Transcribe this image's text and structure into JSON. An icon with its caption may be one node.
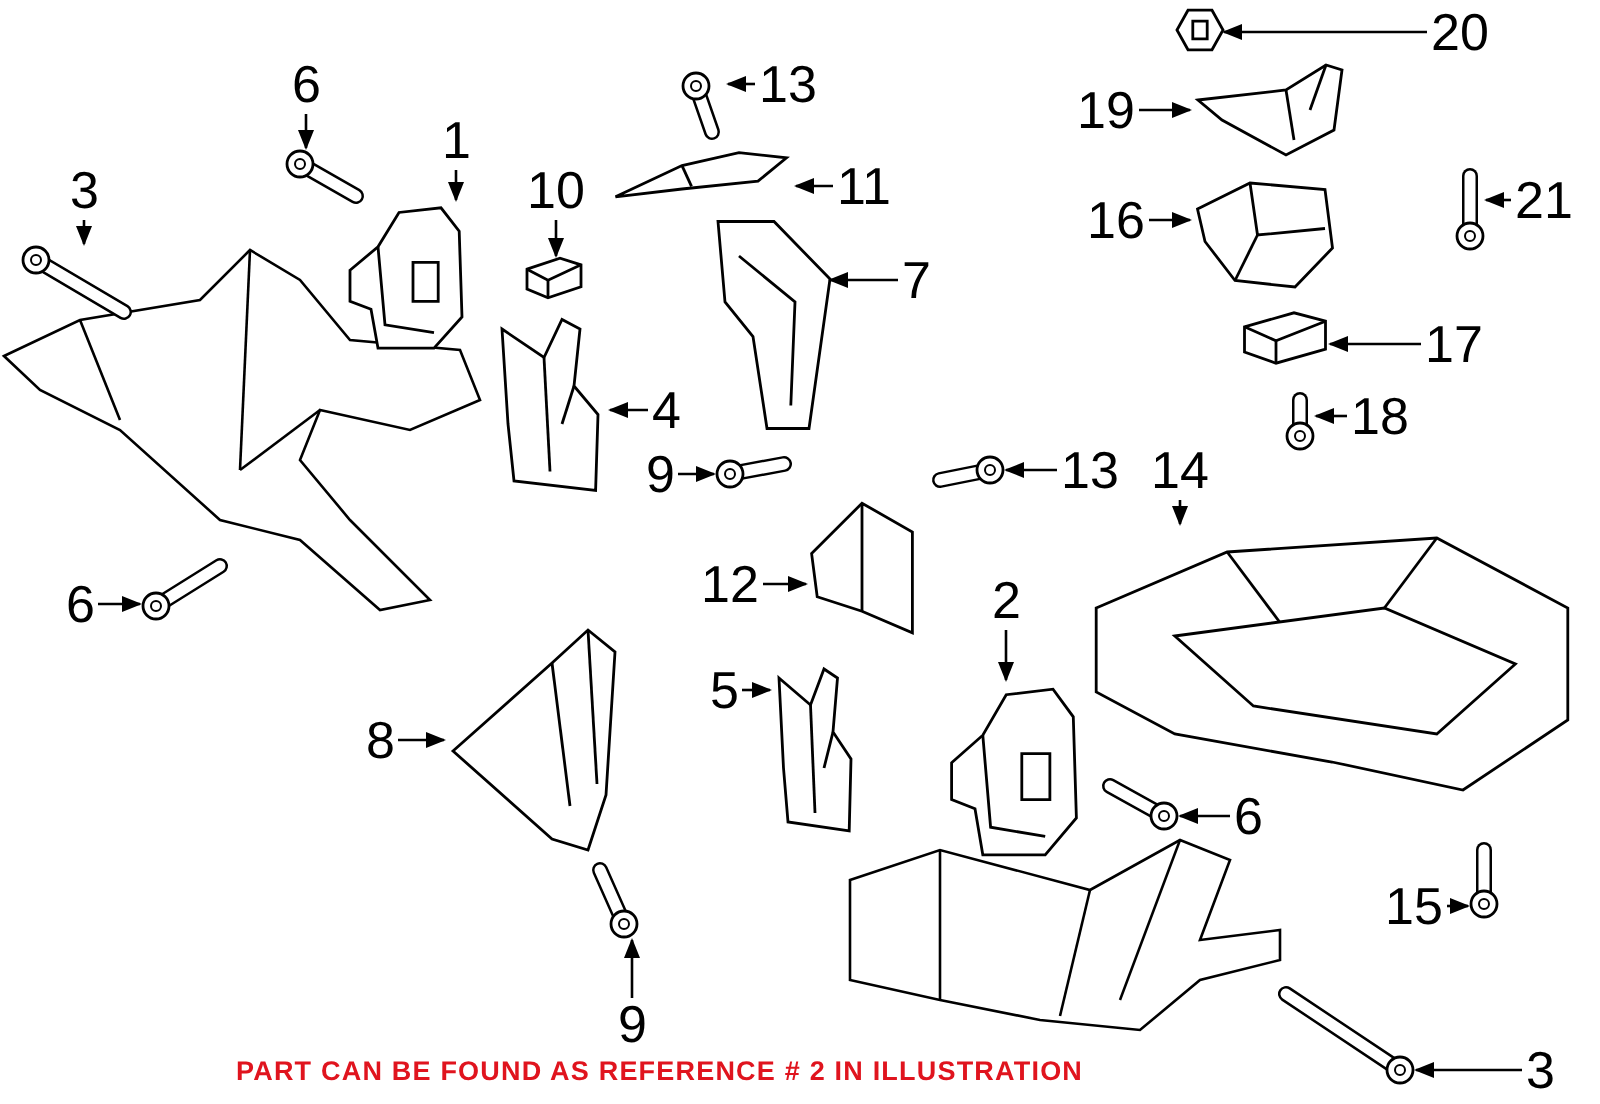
{
  "diagram": {
    "nodes": [
      {
        "text": [
          "20"
        ]
      },
      {
        "text": [
          "6"
        ]
      },
      {
        "text": [
          "13"
        ]
      },
      {
        "text": [
          "19"
        ]
      },
      {
        "text": [
          "1"
        ]
      },
      {
        "text": [
          "11"
        ]
      },
      {
        "text": [
          "3"
        ]
      },
      {
        "text": [
          "10"
        ]
      },
      {
        "text": [
          "21"
        ]
      },
      {
        "text": [
          "16"
        ]
      },
      {
        "text": [
          "7"
        ]
      },
      {
        "text": [
          "17"
        ]
      },
      {
        "text": [
          "4"
        ]
      },
      {
        "text": [
          "18"
        ]
      },
      {
        "text": [
          "14"
        ]
      },
      {
        "text": [
          "13"
        ]
      },
      {
        "text": [
          "9"
        ]
      },
      {
        "text": [
          "12"
        ]
      },
      {
        "text": [
          "2"
        ]
      },
      {
        "text": [
          "6"
        ]
      },
      {
        "text": [
          "5"
        ]
      },
      {
        "text": [
          "8"
        ]
      },
      {
        "text": [
          "6"
        ]
      },
      {
        "text": [
          "15"
        ]
      },
      {
        "text": [
          "9"
        ]
      },
      {
        "text": [
          "3"
        ]
      },
      {
        "text": [],
        "shape": "picture"
      },
      {
        "text": [],
        "shape": "picture"
      },
      {
        "text": [],
        "shape": "picture"
      },
      {
        "text": [],
        "shape": "picture"
      },
      {
        "text": [],
        "shape": "picture"
      },
      {
        "text": [],
        "shape": "picture"
      },
      {
        "text": [],
        "shape": "picture"
      },
      {
        "text": [],
        "shape": "picture"
      },
      {
        "text": [],
        "shape": "picture"
      },
      {
        "text": [],
        "shape": "picture"
      },
      {
        "text": [],
        "shape": "picture"
      },
      {
        "text": [],
        "shape": "picture"
      },
      {
        "text": [],
        "shape": "picture"
      },
      {
        "text": [],
        "shape": "picture"
      },
      {
        "text": [],
        "shape": "picture"
      },
      {
        "text": [],
        "shape": "picture"
      },
      {
        "text": [],
        "shape": "picture"
      },
      {
        "text": [],
        "shape": "picture"
      },
      {
        "text": [],
        "shape": "picture"
      },
      {
        "text": [],
        "shape": "picture"
      },
      {
        "text": [],
        "shape": "picture"
      },
      {
        "text": [],
        "shape": "picture"
      },
      {
        "text": [],
        "shape": "picture"
      },
      {
        "text": [],
        "shape": "picture"
      },
      {
        "text": [],
        "shape": "picture"
      },
      {
        "text": [],
        "shape": "picture"
      }
    ],
    "edges": [
      {
        "from": 0,
        "to": 26,
        "arrow": "to"
      },
      {
        "from": 1,
        "to": 27,
        "arrow": "to"
      },
      {
        "from": 2,
        "to": 28,
        "arrow": "to"
      },
      {
        "from": 3,
        "to": 29,
        "arrow": "to"
      },
      {
        "from": 4,
        "to": 30,
        "arrow": "to"
      },
      {
        "from": 5,
        "to": 31,
        "arrow": "to"
      },
      {
        "from": 6,
        "to": 32,
        "arrow": "to"
      },
      {
        "from": 7,
        "to": 33,
        "arrow": "to"
      },
      {
        "from": 8,
        "to": 34,
        "arrow": "to"
      },
      {
        "from": 9,
        "to": 35,
        "arrow": "to"
      },
      {
        "from": 10,
        "to": 36,
        "arrow": "to"
      },
      {
        "from": 11,
        "to": 37,
        "arrow": "to"
      },
      {
        "from": 12,
        "to": 38,
        "arrow": "to"
      },
      {
        "from": 13,
        "to": 39,
        "arrow": "to"
      },
      {
        "from": 14,
        "to": 40,
        "arrow": "to"
      },
      {
        "from": 15,
        "to": 41,
        "arrow": "to"
      },
      {
        "from": 16,
        "to": 42,
        "arrow": "to"
      },
      {
        "from": 17,
        "to": 43,
        "arrow": "to"
      },
      {
        "from": 18,
        "to": 44,
        "arrow": "to"
      },
      {
        "from": 19,
        "to": 45,
        "arrow": "to"
      },
      {
        "from": 20,
        "to": 46,
        "arrow": "to"
      },
      {
        "from": 21,
        "to": 47,
        "arrow": "to"
      },
      {
        "from": 22,
        "to": 48,
        "arrow": "to"
      },
      {
        "from": 23,
        "to": 49,
        "arrow": "to"
      },
      {
        "from": 24,
        "to": 50,
        "arrow": "to"
      },
      {
        "from": 25,
        "to": 51,
        "arrow": "to"
      }
    ],
    "labels": [
      "PART CAN BE FOUND AS REFERENCE # 2 IN ILLUSTRATION"
    ]
  }
}
